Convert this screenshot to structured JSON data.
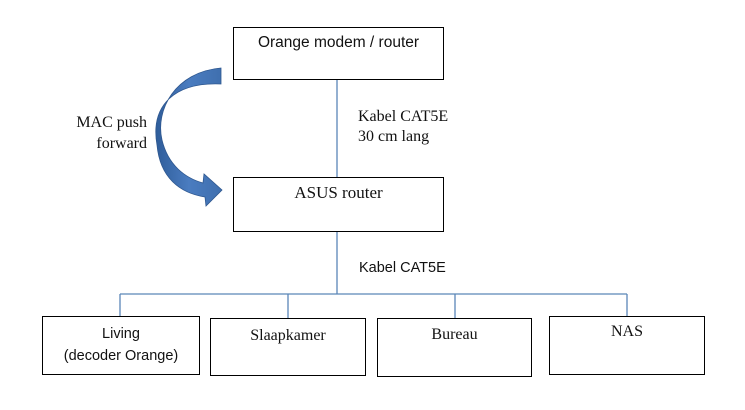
{
  "diagram": {
    "nodes": {
      "modem": {
        "label": "Orange modem / router"
      },
      "asus": {
        "label": "ASUS router"
      },
      "living": {
        "line1": "Living",
        "line2": "(decoder Orange)"
      },
      "slaapkamer": {
        "label": "Slaapkamer"
      },
      "bureau": {
        "label": "Bureau"
      },
      "nas": {
        "label": "NAS"
      }
    },
    "edges": {
      "modem_asus": {
        "line1": "Kabel CAT5E",
        "line2": "30 cm lang"
      },
      "asus_devices": {
        "label": "Kabel CAT5E"
      }
    },
    "arrow": {
      "line1": "MAC push",
      "line2": "forward",
      "color": "#3F6FAE"
    },
    "connector_color": "#5B86B8"
  }
}
